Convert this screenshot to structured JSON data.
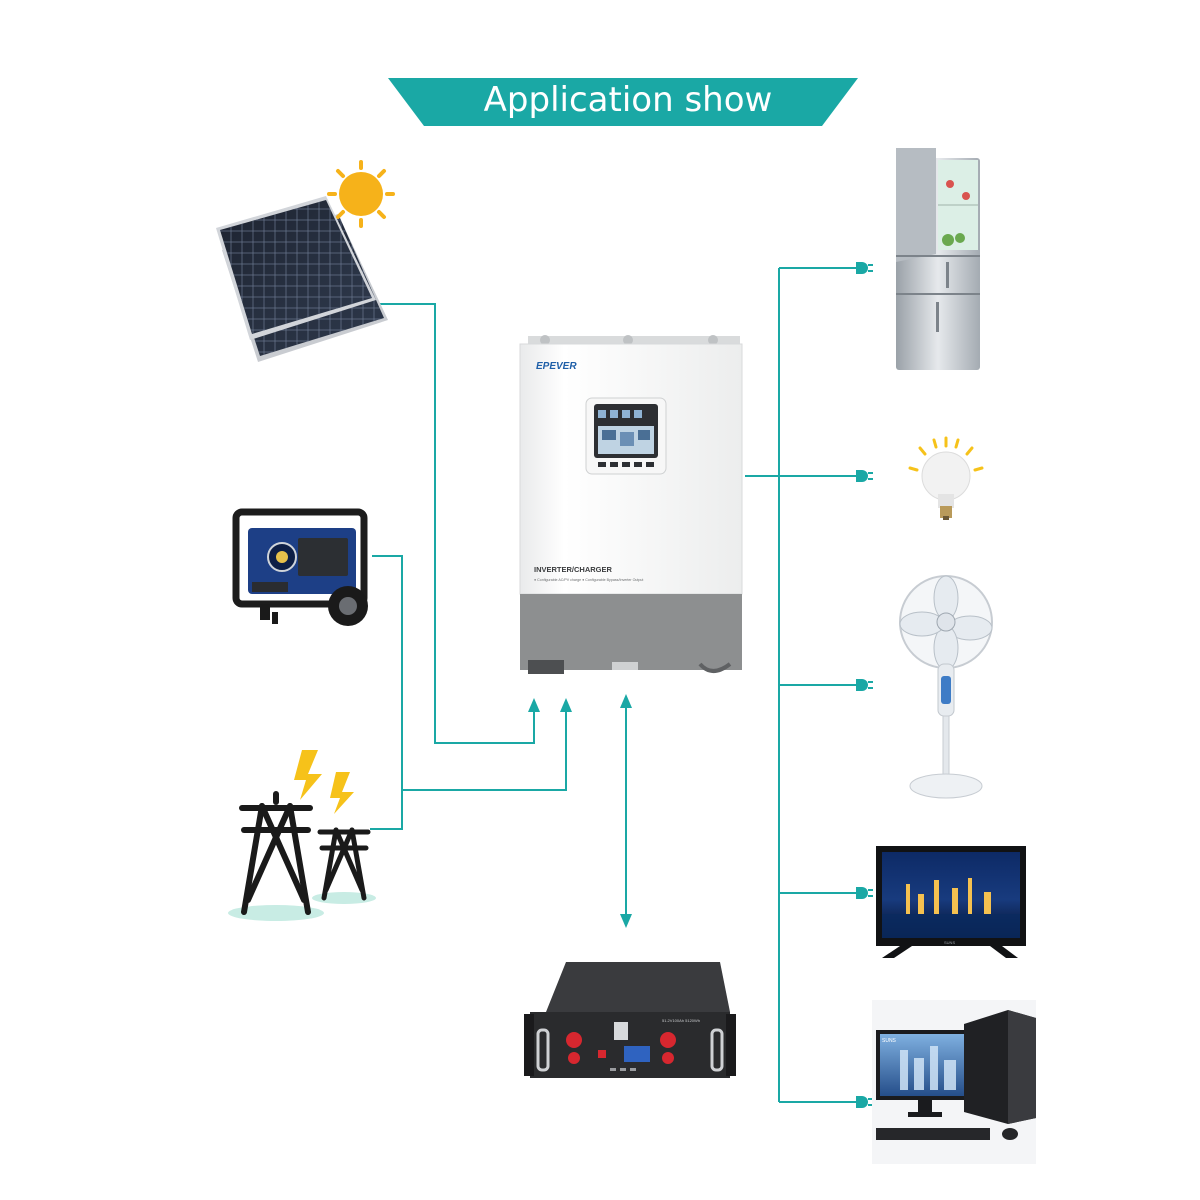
{
  "banner": {
    "title": "Application show",
    "color": "#1aa8a5"
  },
  "inverter": {
    "brand": "EPEVER",
    "label": "INVERTER/CHARGER",
    "features": "● Configurable AC/PV charge   ● Configurable Bypass/Inverter Output"
  },
  "battery": {
    "model_text": "51.2V100Ah 5120Wh"
  },
  "tv_brand": "SUNS",
  "pc_brand": "SUNS",
  "icons": {
    "sources": [
      "solar-panel-icon",
      "sun-icon",
      "generator-icon",
      "power-grid-tower-icon",
      "lightning-icon"
    ],
    "loads": [
      "refrigerator-icon",
      "light-bulb-icon",
      "standing-fan-icon",
      "television-icon",
      "desktop-computer-icon"
    ],
    "connectors": [
      "plug-icon",
      "arrow-up-icon",
      "double-arrow-icon"
    ]
  },
  "colors": {
    "line": "#1aa8a5",
    "inverter_body": "#f4f5f5",
    "inverter_base": "#8d8f90",
    "battery": "#2a2b2d"
  }
}
